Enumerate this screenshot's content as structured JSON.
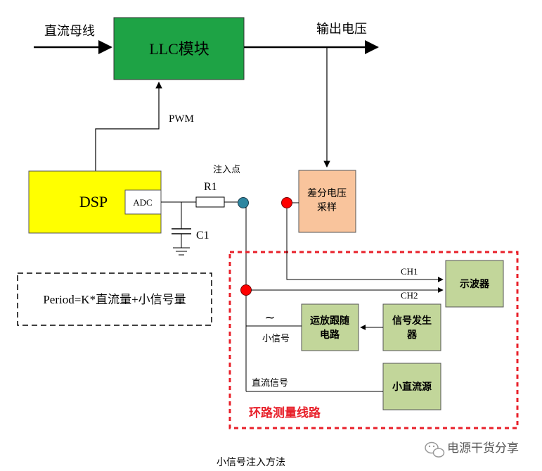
{
  "inputs": {
    "dc_bus": "直流母线",
    "output_voltage": "输出电压"
  },
  "blocks": {
    "llc": "LLC模块",
    "dsp": "DSP",
    "adc": "ADC",
    "diff_sample_line1": "差分电压",
    "diff_sample_line2": "采样",
    "oscilloscope": "示波器",
    "opamp_line1": "运放跟随",
    "opamp_line2": "电路",
    "siggen_line1": "信号发生",
    "siggen_line2": "器",
    "dc_source": "小直流源"
  },
  "labels": {
    "pwm": "PWM",
    "injection_point": "注入点",
    "r1": "R1",
    "c1": "C1",
    "ch1": "CH1",
    "ch2": "CH2",
    "small_signal": "小信号",
    "dc_signal": "直流信号",
    "loop_measure": "环路测量线路",
    "formula": "Period=K*直流量+小信号量",
    "caption": "小信号注入方法",
    "watermark": "电源干货分享",
    "tilde": "~"
  },
  "colors": {
    "llc_fill": "#1ea345",
    "dsp_fill": "#ffff00",
    "sample_fill": "#f9c49c",
    "green_box": "#c2d69a",
    "red_dot": "#ff0000",
    "teal_dot": "#2e86a0",
    "dashed_red": "#e8202a"
  }
}
